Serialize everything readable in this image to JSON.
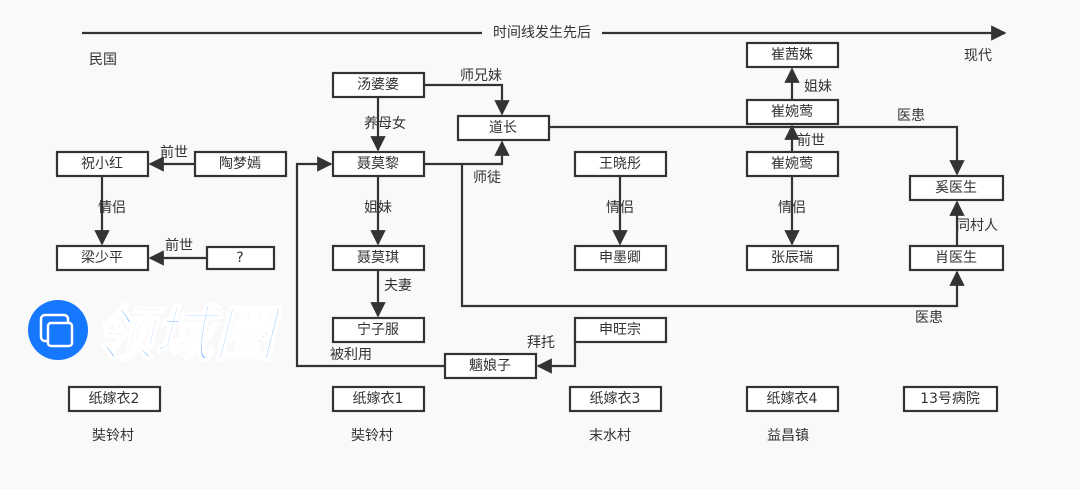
{
  "timeline": {
    "label": "时间线发生先后",
    "start": "民国",
    "end": "现代"
  },
  "nodes": {
    "zhuxiaohong": "祝小红",
    "taomengyan": "陶梦嫣",
    "liangshaoping": "梁少平",
    "unknown": "?",
    "tangpopo": "汤婆婆",
    "daozhang": "道长",
    "niemoli": "聂莫黎",
    "niemoqi": "聂莫琪",
    "ningzifu": "宁子服",
    "chiniangzi": "魑娘子",
    "wangxiaotong": "王晓彤",
    "shenmoqing": "申墨卿",
    "shenwangzong": "申旺宗",
    "cuixishu": "崔茜姝",
    "cuiwanying_top": "崔婉莺",
    "cuiwanying": "崔婉莺",
    "zhangchenrui": "张辰瑞",
    "xiyisheng": "奚医生",
    "xiaoyisheng": "肖医生"
  },
  "edges": {
    "qianshi1": "前世",
    "qinglv1": "情侣",
    "qianshi2": "前世",
    "shixiongmei": "师兄妹",
    "yangmunv": "养母女",
    "shitu": "师徒",
    "jiemei1": "姐妹",
    "fuqi": "夫妻",
    "beiliyong": "被利用",
    "baituo": "拜托",
    "qinglv2": "情侣",
    "jiemei2": "姐妹",
    "qianshi3": "前世",
    "qinglv3": "情侣",
    "yihuan1": "医患",
    "tongcunren": "同村人",
    "yihuan2": "医患"
  },
  "games": [
    "纸嫁衣2",
    "纸嫁衣1",
    "纸嫁衣3",
    "纸嫁衣4",
    "13号病院"
  ],
  "places": [
    "奘铃村",
    "奘铃村",
    "末水村",
    "益昌镇"
  ],
  "watermark": {
    "text": "领域圈",
    "color": "#1677ff"
  }
}
